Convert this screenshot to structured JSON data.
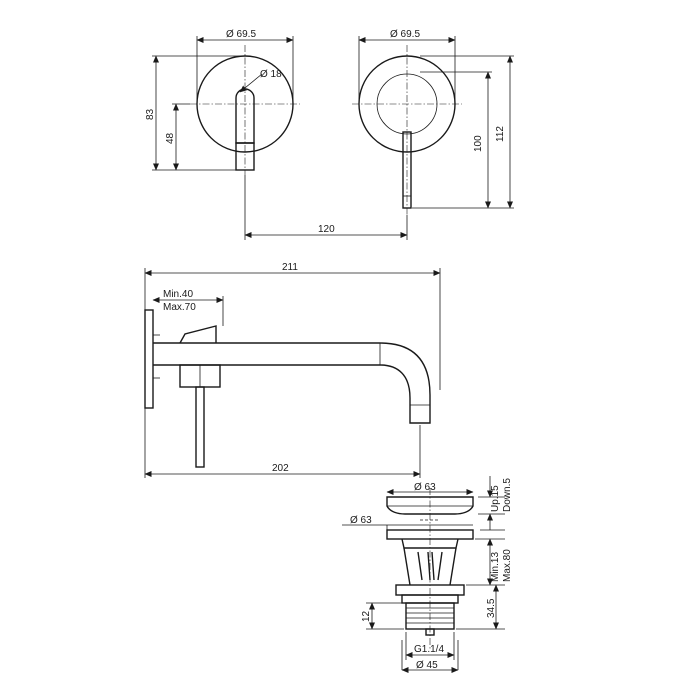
{
  "dimensions": {
    "front_left_diameter": "Ø 69.5",
    "front_left_spout_diameter": "Ø 18",
    "front_left_height_total": "83",
    "front_left_height_spout": "48",
    "front_right_diameter": "Ø 69.5",
    "front_right_height_lever": "100",
    "front_right_height_total": "112",
    "front_spacing": "120",
    "side_total_length": "211",
    "side_wall_depth_min": "Min.40",
    "side_wall_depth_max": "Max.70",
    "side_spout_reach": "202",
    "drain_top_diameter": "Ø 63",
    "drain_flange_diameter": "Ø 63",
    "drain_up_travel": "Up.15",
    "drain_down_travel": "Down.5",
    "drain_thickness_min": "Min.13",
    "drain_thickness_max": "Max.80",
    "drain_body_height": "34.5",
    "drain_thread_height": "12",
    "drain_thread": "G1.1/4",
    "drain_bottom_diameter": "Ø 45"
  }
}
